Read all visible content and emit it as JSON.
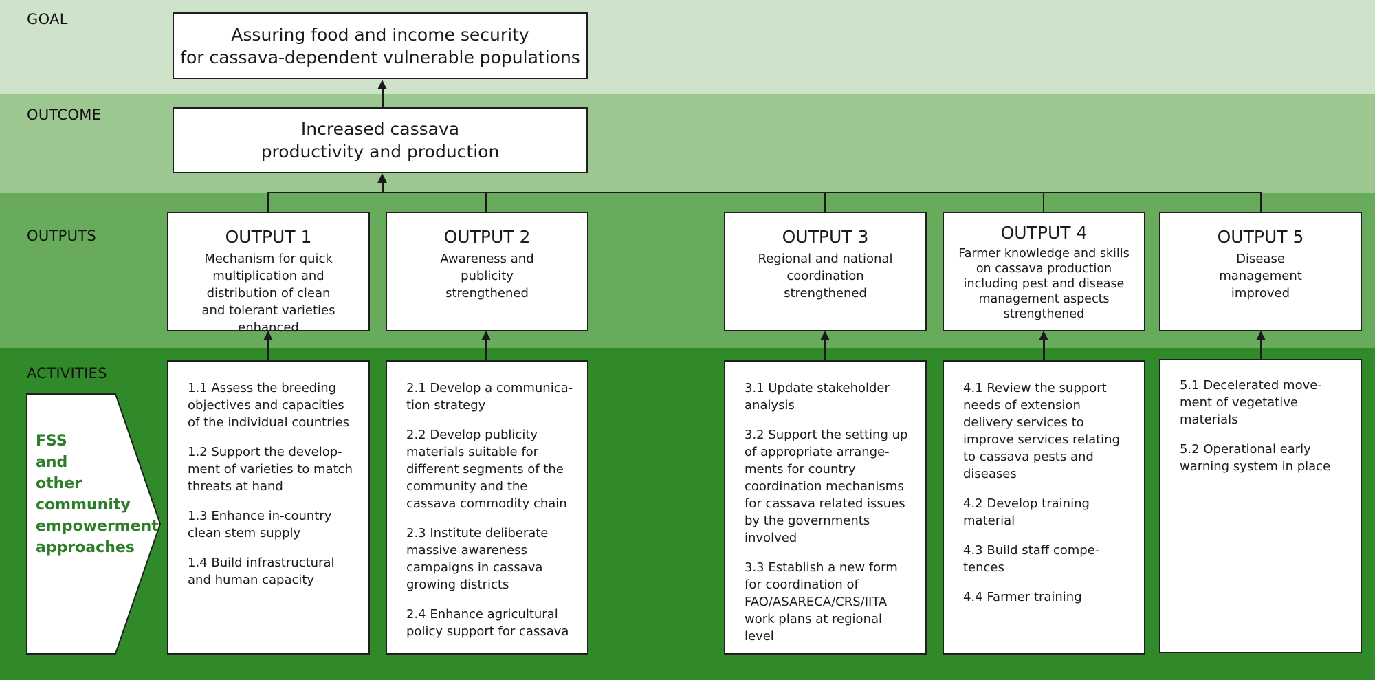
{
  "colors": {
    "goal_band": "#cfe2ca",
    "outcome_band": "#9dc791",
    "outputs_band": "#68ab5c",
    "activities_band": "#318a2a",
    "fss_text": "#2e7d28",
    "box_fill": "#ffffff",
    "line": "#1a1a1a"
  },
  "labels": {
    "goal": "GOAL",
    "outcome": "OUTCOME",
    "outputs": "OUTPUTS",
    "activities": "ACTIVITIES"
  },
  "goal": {
    "line1": "Assuring food and income security",
    "line2": "for cassava-dependent vulnerable populations"
  },
  "outcome": {
    "line1": "Increased cassava",
    "line2": "productivity and production"
  },
  "fss": {
    "lines": [
      "FSS",
      "and",
      "other",
      "community",
      "empowerment",
      "approaches"
    ]
  },
  "outputs": [
    {
      "title": "OUTPUT 1",
      "desc": [
        "Mechanism for quick",
        "multiplication and",
        "distribution of clean",
        "and tolerant varieties enhanced"
      ],
      "activities": [
        [
          "1.1 Assess the breeding",
          "objectives and capacities",
          "of the individual countries"
        ],
        [
          "1.2 Support the develop-",
          "ment of varieties to match",
          "threats at hand"
        ],
        [
          "1.3 Enhance in-country",
          "clean stem supply"
        ],
        [
          "1.4 Build infrastructural",
          "and human capacity"
        ]
      ]
    },
    {
      "title": "OUTPUT 2",
      "desc": [
        "Awareness and",
        "publicity",
        "strengthened"
      ],
      "activities": [
        [
          "2.1 Develop a communica-",
          "tion strategy"
        ],
        [
          "2.2 Develop publicity",
          "materials suitable for",
          "different segments of the",
          "community and the",
          "cassava commodity chain"
        ],
        [
          "2.3 Institute deliberate",
          "massive awareness",
          "campaigns in cassava",
          "growing districts"
        ],
        [
          "2.4 Enhance agricultural",
          "policy support for cassava"
        ]
      ]
    },
    {
      "title": "OUTPUT 3",
      "desc": [
        "Regional and national",
        "coordination",
        "strengthened"
      ],
      "activities": [
        [
          "3.1 Update stakeholder",
          "analysis"
        ],
        [
          "3.2 Support the setting up",
          "of appropriate arrange-",
          "ments for country",
          "coordination mechanisms",
          "for cassava related issues",
          "by the governments",
          "involved"
        ],
        [
          "3.3 Establish a new form",
          "for coordination of",
          "FAO/ASARECA/CRS/IITA",
          "work plans at regional",
          "level"
        ]
      ]
    },
    {
      "title": "OUTPUT 4",
      "desc": [
        "Farmer knowledge and skills",
        "on cassava production",
        "including pest and disease",
        "management aspects",
        "strengthened"
      ],
      "activities": [
        [
          "4.1 Review the support",
          "needs of extension",
          "delivery services to",
          "improve services relating",
          "to cassava pests and",
          "diseases"
        ],
        [
          "4.2 Develop training",
          "material"
        ],
        [
          "4.3 Build staff compe-",
          "tences"
        ],
        [
          "4.4 Farmer training"
        ]
      ]
    },
    {
      "title": "OUTPUT 5",
      "desc": [
        "Disease",
        "management",
        "improved"
      ],
      "activities": [
        [
          "5.1 Decelerated move-",
          "ment of vegetative",
          "materials"
        ],
        [
          "5.2 Operational early",
          "warning system in place"
        ]
      ]
    }
  ]
}
